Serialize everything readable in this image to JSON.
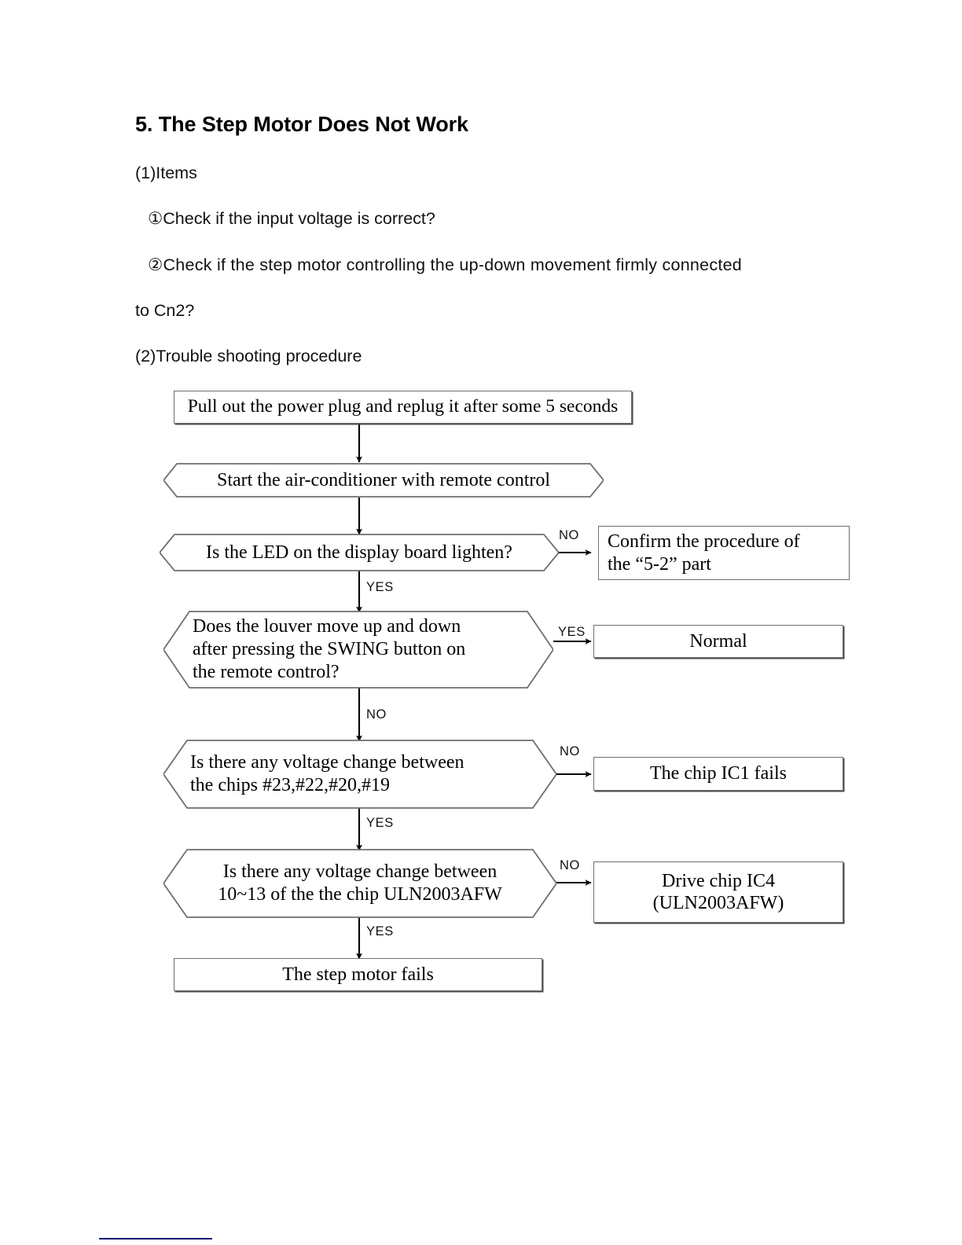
{
  "document": {
    "heading": "5. The Step Motor Does Not Work",
    "intro": {
      "items_label": "(1)Items",
      "item_1": "①Check if the input voltage is correct?",
      "item_2_line1": "②Check if the step motor controlling the up-down movement firmly connected",
      "item_2_line2": "to Cn2?",
      "procedure_label": "(2)Trouble shooting procedure"
    }
  },
  "flowchart": {
    "nodes": {
      "start_box": "Pull out the power plug and replug it after some 5 seconds",
      "start_ac": "Start the air-conditioner with remote control",
      "led_check": "Is the LED on the display board lighten?",
      "led_no_result_line1": "Confirm the procedure of",
      "led_no_result_line2": "the “5-2” part",
      "louver_check_line1": "Does the louver move up and down",
      "louver_check_line2": "after pressing the SWING button on",
      "louver_check_line3": "the remote control?",
      "louver_yes_result": "Normal",
      "voltage_chips_line1": "Is there any voltage change between",
      "voltage_chips_line2": "the chips #23,#22,#20,#19",
      "voltage_chips_no_result": "The chip IC1 fails",
      "voltage_uln_line1": "Is there any voltage change between",
      "voltage_uln_line2": "10~13 of the the chip ULN2003AFW",
      "voltage_uln_no_result_line1": "Drive chip IC4",
      "voltage_uln_no_result_line2": "(ULN2003AFW)",
      "final_result": "The step motor fails"
    },
    "branch_labels": {
      "led_no": "NO",
      "led_yes": "YES",
      "louver_yes": "YES",
      "louver_no": "NO",
      "chips_no": "NO",
      "chips_yes": "YES",
      "uln_no": "NO",
      "uln_yes": "YES"
    },
    "colors": {
      "node_border": "#6f6f6f",
      "connector": "#000000",
      "footer_rule": "#191970",
      "background": "#ffffff"
    }
  }
}
